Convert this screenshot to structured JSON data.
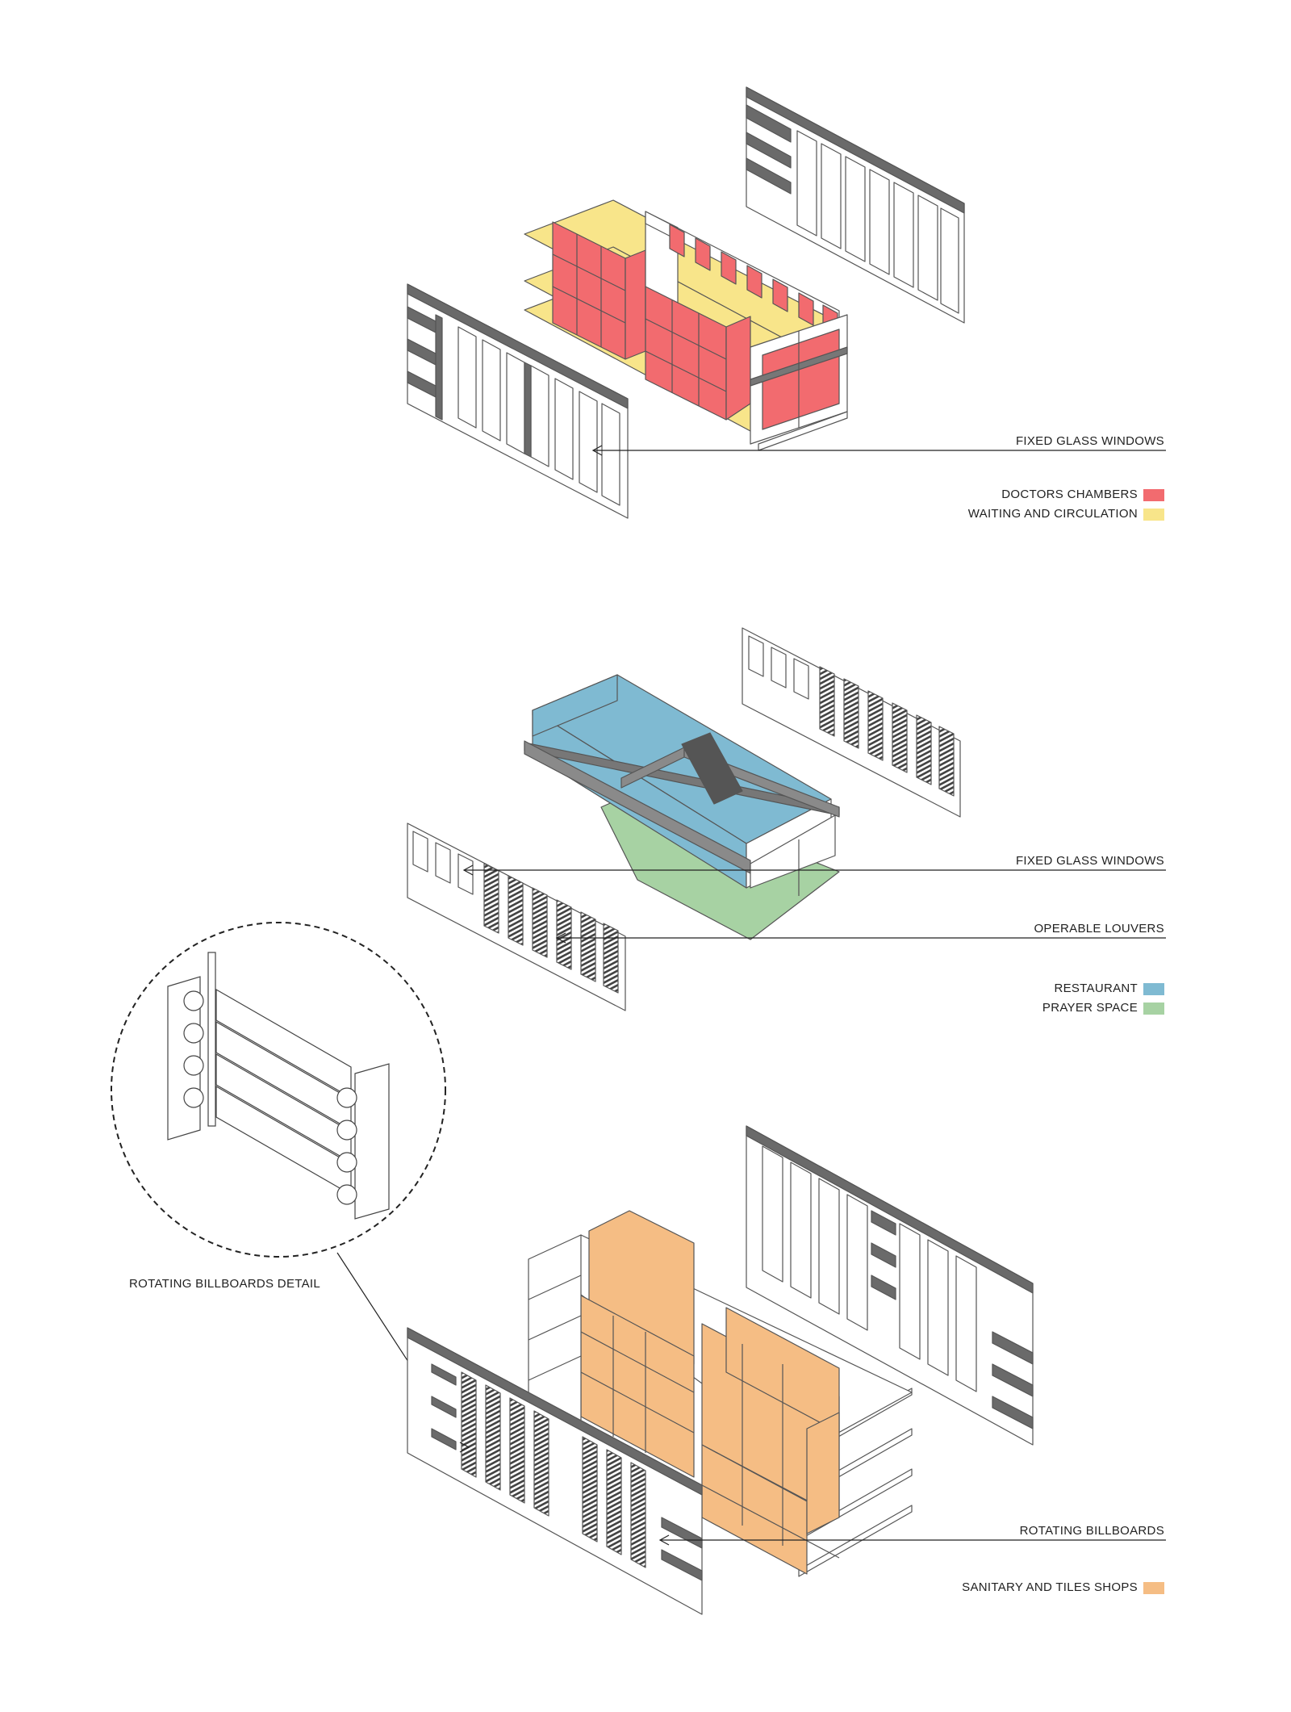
{
  "labels": {
    "fixed_glass_1": "FIXED GLASS WINDOWS",
    "fixed_glass_2": "FIXED GLASS WINDOWS",
    "operable_louvers": "OPERABLE LOUVERS",
    "rotating_billboards_detail": "ROTATING BILLBOARDS DETAIL",
    "rotating_billboards": "ROTATING BILLBOARDS"
  },
  "legend_1": [
    {
      "label": "DOCTORS CHAMBERS",
      "color": "#f26b6f"
    },
    {
      "label": "WAITING AND CIRCULATION",
      "color": "#f8e58a"
    }
  ],
  "legend_2": [
    {
      "label": "RESTAURANT",
      "color": "#7fbad2"
    },
    {
      "label": "PRAYER SPACE",
      "color": "#a7d2a3"
    }
  ],
  "legend_3": [
    {
      "label": "SANITARY AND TILES SHOPS",
      "color": "#f5bd84"
    }
  ]
}
